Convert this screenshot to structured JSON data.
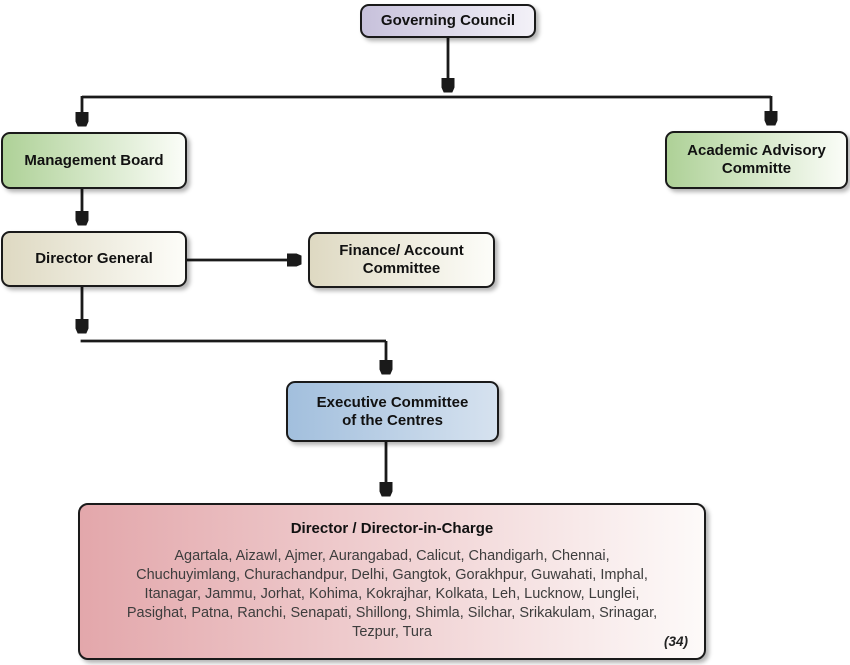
{
  "nodes": {
    "governing_council": {
      "label": "Governing Council"
    },
    "management_board": {
      "label": "Management Board"
    },
    "academic_advisory_committee": {
      "label": "Academic Advisory Committe"
    },
    "director_general": {
      "label": "Director General"
    },
    "finance_account_committee": {
      "label": "Finance/ Account Committee"
    },
    "executive_committee": {
      "label": "Executive Committee of the Centres"
    },
    "directors": {
      "title": "Director / Director-in-Charge",
      "centres_lines": [
        "Agartala, Aizawl, Ajmer, Aurangabad, Calicut, Chandigarh, Chennai,",
        "Chuchuyimlang, Churachandpur, Delhi, Gangtok, Gorakhpur, Guwahati, Imphal,",
        "Itanagar, Jammu, Jorhat, Kohima, Kokrajhar, Kolkata, Leh, Lucknow, Lunglei,",
        "Pasighat, Patna, Ranchi, Senapati, Shillong, Shimla, Silchar, Srikakulam, Srinagar,",
        "Tezpur, Tura"
      ],
      "count_label": "(34)"
    }
  },
  "edges": [
    {
      "from": "governing_council",
      "to": "management_board"
    },
    {
      "from": "governing_council",
      "to": "academic_advisory_committee"
    },
    {
      "from": "management_board",
      "to": "director_general"
    },
    {
      "from": "director_general",
      "to": "finance_account_committee"
    },
    {
      "from": "director_general",
      "to": "executive_committee"
    },
    {
      "from": "executive_committee",
      "to": "directors"
    }
  ],
  "colors": {
    "governing_council_start": "#c7c1db",
    "governing_council_end": "#f3f1f8",
    "green_start": "#aed197",
    "green_end": "#fbfdf8",
    "tan_start": "#ded9c2",
    "tan_end": "#fdfdf9",
    "blue_start": "#a2bfdd",
    "blue_end": "#d6e2ef",
    "pink_start": "#e3a7ab",
    "pink_end": "#fdfaf9",
    "line": "#1a1a1a"
  }
}
